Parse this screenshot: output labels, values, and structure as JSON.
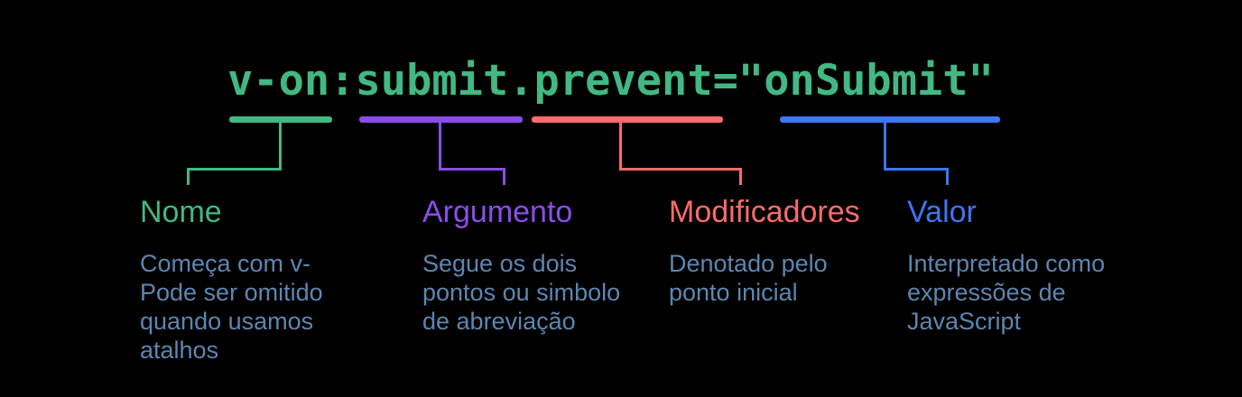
{
  "background": "#000000",
  "code": {
    "text": "v-on:submit.prevent=\"onSubmit\"",
    "color": "#42b883"
  },
  "description_color": "#5d86b0",
  "groups": [
    {
      "id": "nome",
      "label": "Nome",
      "color": "#42b883",
      "description": "Começa com v-\nPode ser omitido\nquando usamos\natalhos"
    },
    {
      "id": "argumento",
      "label": "Argumento",
      "color": "#8b4dea",
      "description": "Segue os dois\npontos ou simbolo\nde abreviação"
    },
    {
      "id": "modificadores",
      "label": "Modificadores",
      "color": "#fb6b6b",
      "description": "Denotado pelo\nponto inicial"
    },
    {
      "id": "valor",
      "label": "Valor",
      "color": "#3e75f3",
      "description": "Interpretado como\nexpressões de\nJavaScript"
    }
  ]
}
